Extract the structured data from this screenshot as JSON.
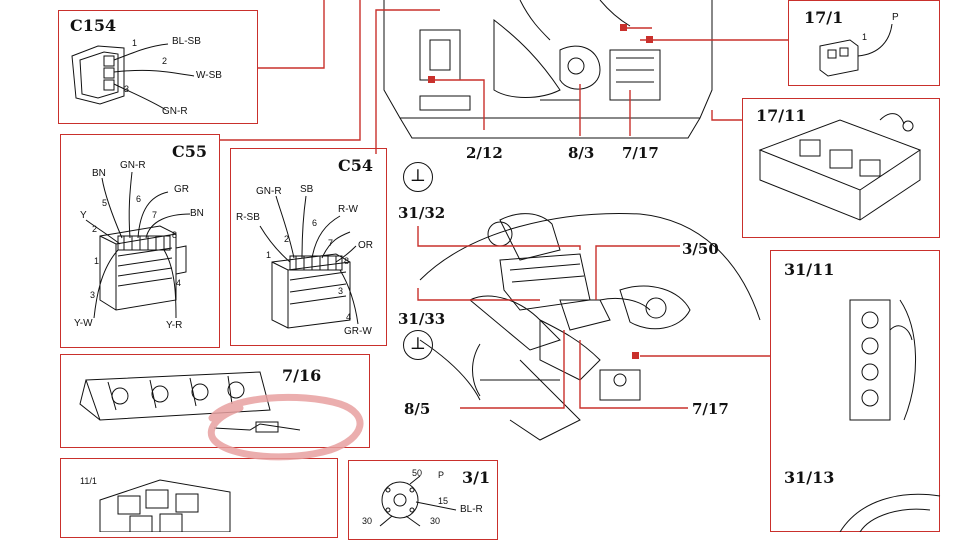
{
  "connectors": {
    "c154": {
      "title": "C154",
      "wires": [
        "BL-SB",
        "W-SB",
        "GN-R"
      ],
      "pins": [
        "1",
        "2",
        "3"
      ]
    },
    "c55": {
      "title": "C55",
      "wires": [
        "BN",
        "GN-R",
        "GR",
        "BN",
        "Y",
        "Y-W",
        "Y-R"
      ],
      "pins": [
        "5",
        "6",
        "7",
        "2",
        "8",
        "1",
        "3",
        "4"
      ]
    },
    "c54": {
      "title": "C54",
      "wires": [
        "GN-R",
        "SB",
        "R-SB",
        "R-W",
        "OR",
        "GR-W"
      ],
      "pins": [
        "2",
        "6",
        "7",
        "1",
        "8",
        "3",
        "4"
      ]
    },
    "c171": {
      "title": "17/1",
      "wires": [
        "P",
        "1"
      ]
    },
    "c1711": {
      "title": "17/11"
    },
    "c716": {
      "title": "7/16"
    },
    "c3111": {
      "title": "31/11"
    },
    "c3113": {
      "title": "31/13"
    },
    "c31": {
      "title": "3/1",
      "wires": [
        "50",
        "P",
        "15",
        "BL-R",
        "30",
        "30"
      ]
    },
    "c111": {
      "label": "11/1"
    }
  },
  "engine_top": {
    "refs": [
      "2/12",
      "8/3",
      "7/17"
    ]
  },
  "engine_bay": {
    "refs": [
      "31/32",
      "3/50",
      "31/33",
      "8/5",
      "7/17"
    ]
  },
  "ground_symbol": "⊥",
  "colors": {
    "frame": "#c9302c",
    "ink": "#111111",
    "highlight": "#e8a0a0"
  }
}
